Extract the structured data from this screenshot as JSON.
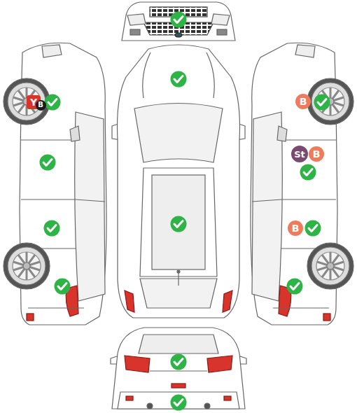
{
  "diagram": {
    "nodes": [
      {
        "text": [
          "Y"
        ]
      },
      {
        "text": [
          "B"
        ]
      },
      {
        "text": [
          "B"
        ]
      },
      {
        "text": [
          "St"
        ]
      },
      {
        "text": [
          "B"
        ]
      },
      {
        "text": [
          "B"
        ]
      }
    ]
  }
}
